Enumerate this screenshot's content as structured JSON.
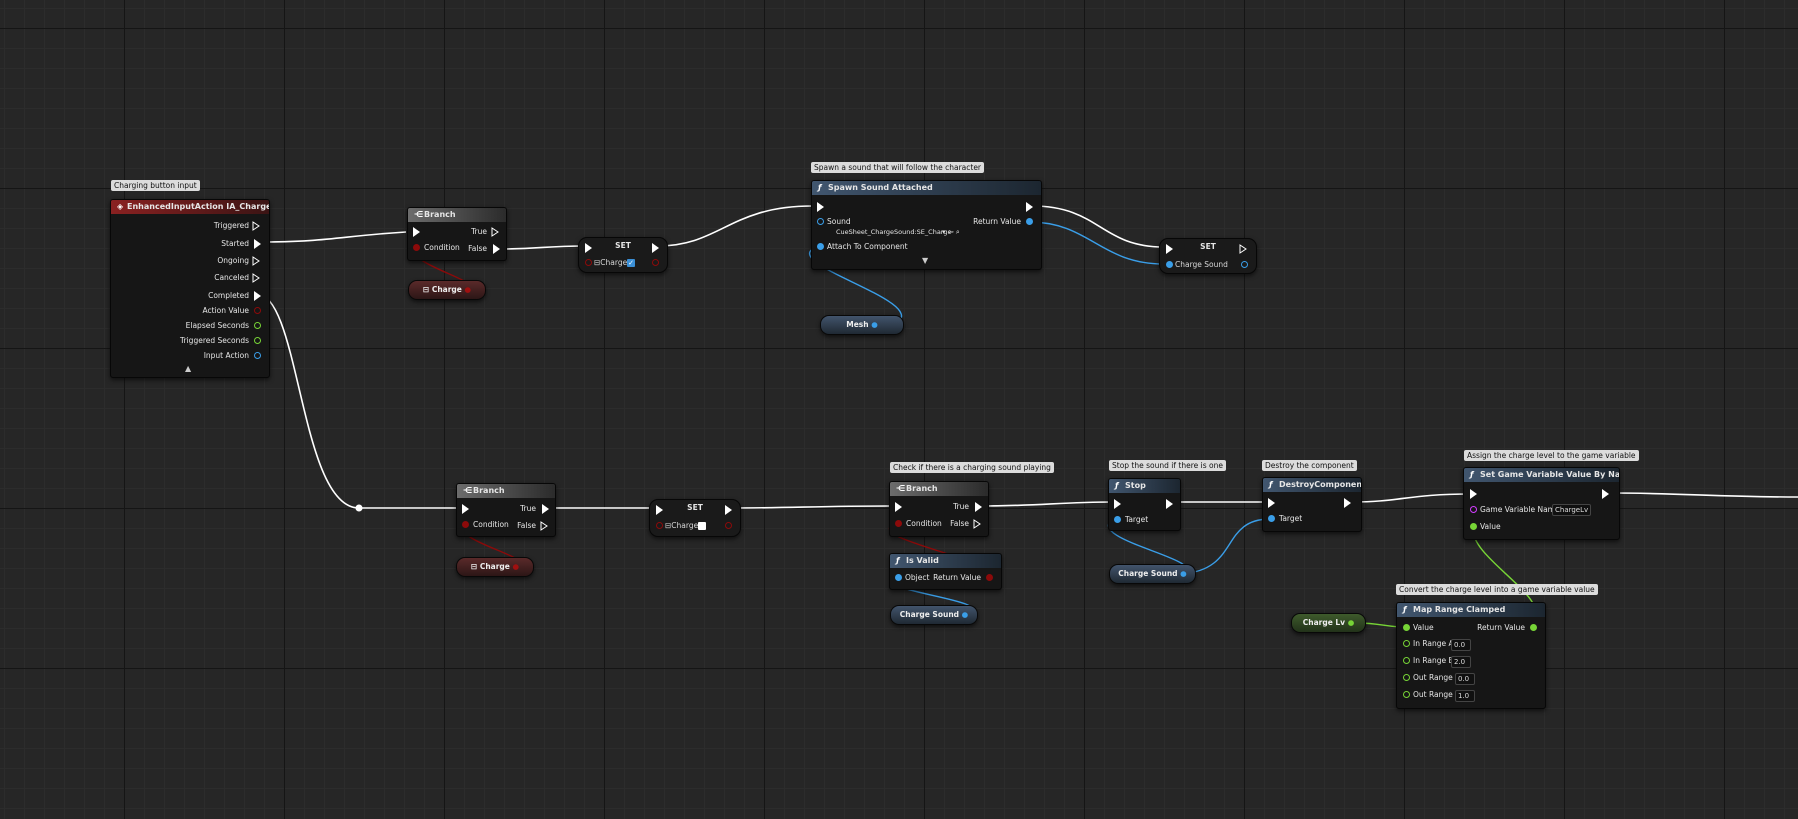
{
  "comments": {
    "charging_input": "Charging button input",
    "spawn_sound": "Spawn a sound that will follow the character",
    "check_sound": "Check if there is a charging sound playing",
    "stop_sound": "Stop the sound if there is one",
    "destroy": "Destroy the component",
    "assign_level": "Assign the charge level to the game variable",
    "convert_level": "Convert the charge level into a game variable value"
  },
  "event_node": {
    "title": "EnhancedInputAction IA_ChargeShot",
    "pins": [
      "Triggered",
      "Started",
      "Ongoing",
      "Canceled",
      "Completed",
      "Action Value",
      "Elapsed Seconds",
      "Triggered Seconds",
      "Input Action"
    ]
  },
  "branch_top": {
    "title": "Branch",
    "condition": "Condition",
    "true": "True",
    "false": "False"
  },
  "branch_bottom": {
    "title": "Branch",
    "condition": "Condition",
    "true": "True",
    "false": "False"
  },
  "branch_check": {
    "title": "Branch",
    "condition": "Condition",
    "true": "True",
    "false": "False"
  },
  "get_charge_top": "Charge",
  "get_charge_bottom": "Charge",
  "set_top": {
    "title": "SET",
    "var": "Charge",
    "checked": true
  },
  "set_bottom": {
    "title": "SET",
    "var": "Charge",
    "checked": false
  },
  "spawn_node": {
    "title": "Spawn Sound Attached",
    "sound_label": "Sound",
    "sound_value": "CueSheet_ChargeSound:SE_Charge",
    "attach_label": "Attach To Component",
    "return_label": "Return Value"
  },
  "get_mesh": "Mesh",
  "set_charge_sound": {
    "title": "SET",
    "var": "Charge Sound"
  },
  "is_valid": {
    "title": "Is Valid",
    "object": "Object",
    "return": "Return Value"
  },
  "get_charge_sound_1": "Charge Sound",
  "get_charge_sound_2": "Charge Sound",
  "stop_node": {
    "title": "Stop",
    "target": "Target"
  },
  "destroy_node": {
    "title": "DestroyComponent",
    "target": "Target"
  },
  "set_game_var": {
    "title": "Set Game Variable Value By Name",
    "name_label": "Game Variable Name",
    "name_value": "ChargeLv",
    "value_label": "Value"
  },
  "get_charge_lv": "Charge Lv",
  "map_range": {
    "title": "Map Range Clamped",
    "value_label": "Value",
    "return_label": "Return Value",
    "in_a_label": "In Range A",
    "in_a": "0.0",
    "in_b_label": "In Range B",
    "in_b": "2.0",
    "out_a_label": "Out Range A",
    "out_a": "0.0",
    "out_b_label": "Out Range B",
    "out_b": "1.0"
  },
  "colors": {
    "background": "#262626",
    "exec_wire": "#ffffff",
    "bool_pin": "#8c0a0a",
    "object_pin": "#3a9ee8",
    "float_pin": "#77d436",
    "string_pin": "#d23cff",
    "event_header": "#8a2121",
    "function_header": "#41566f"
  },
  "icons": [
    "event-icon",
    "branch-icon",
    "function-icon",
    "search-icon",
    "browse-arrow-icon",
    "expand-arrow-icon"
  ]
}
